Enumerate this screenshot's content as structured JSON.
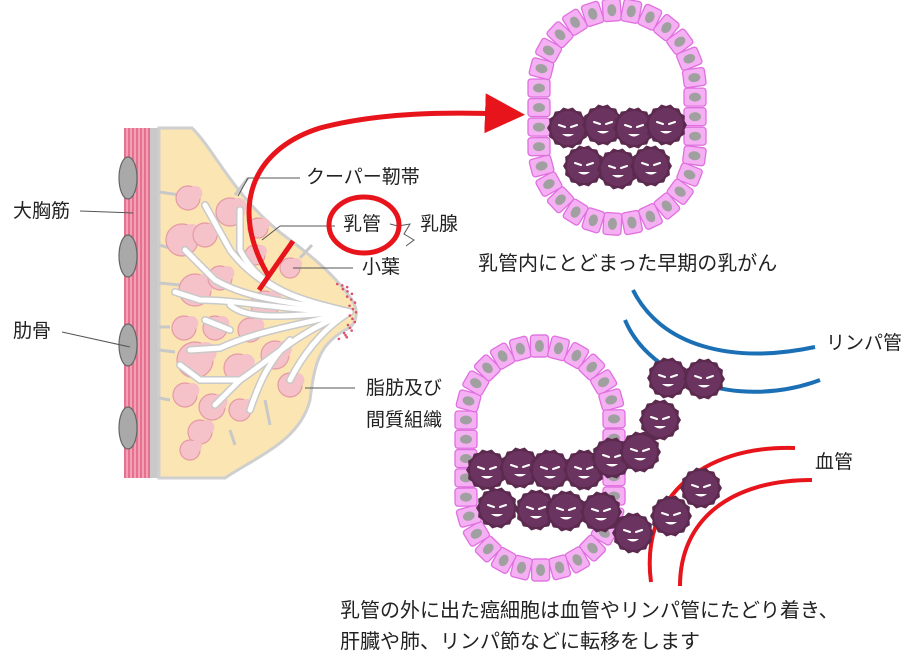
{
  "labels": {
    "pectoral_muscle": "大胸筋",
    "rib": "肋骨",
    "cooper_ligament": "クーパー靭帯",
    "milk_duct": "乳管",
    "mammary_gland": "乳腺",
    "lobule": "小葉",
    "fat_line1": "脂肪及び",
    "fat_line2": "間質組織",
    "lymph_vessel": "リンパ管",
    "blood_vessel": "血管"
  },
  "captions": {
    "early_cancer": "乳管内にとどまった早期の乳がん",
    "spread_line1": "乳管の外に出た癌細胞は血管やリンパ管にたどり着き、",
    "spread_line2": "肝臓や肺、リンパ節などに転移をします"
  },
  "colors": {
    "highlight": "#e8141b",
    "lymph": "#1a6fb5",
    "cancer_cell": "#5b2a4e",
    "duct_cell": "#f4b0f2",
    "breast_fat": "#fbe6b3",
    "lobule": "#f4c2c8"
  }
}
